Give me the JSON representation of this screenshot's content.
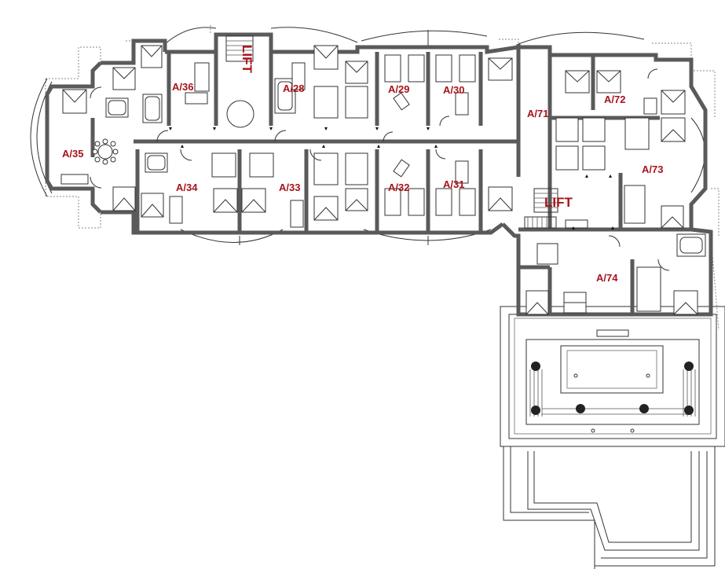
{
  "colors": {
    "label": "#a8121a",
    "wall": "#5a5a5a",
    "line": "#333333"
  },
  "units": [
    {
      "id": "a35",
      "label": "A/35"
    },
    {
      "id": "a36",
      "label": "A/36"
    },
    {
      "id": "a34",
      "label": "A/34"
    },
    {
      "id": "a28",
      "label": "A/28"
    },
    {
      "id": "a33",
      "label": "A/33"
    },
    {
      "id": "a29",
      "label": "A/29"
    },
    {
      "id": "a32",
      "label": "A/32"
    },
    {
      "id": "a30",
      "label": "A/30"
    },
    {
      "id": "a31",
      "label": "A/31"
    },
    {
      "id": "a71",
      "label": "A/71"
    },
    {
      "id": "a72",
      "label": "A/72"
    },
    {
      "id": "a73",
      "label": "A/73"
    },
    {
      "id": "a74",
      "label": "A/74"
    }
  ],
  "lifts": [
    {
      "id": "lift-north",
      "label": "LIFT"
    },
    {
      "id": "lift-east",
      "label": "LIFT"
    }
  ],
  "icons": [
    "stair-icon",
    "bed-icon",
    "bathtub-icon",
    "table-icon",
    "plant-icon",
    "door-arrow-icon"
  ]
}
